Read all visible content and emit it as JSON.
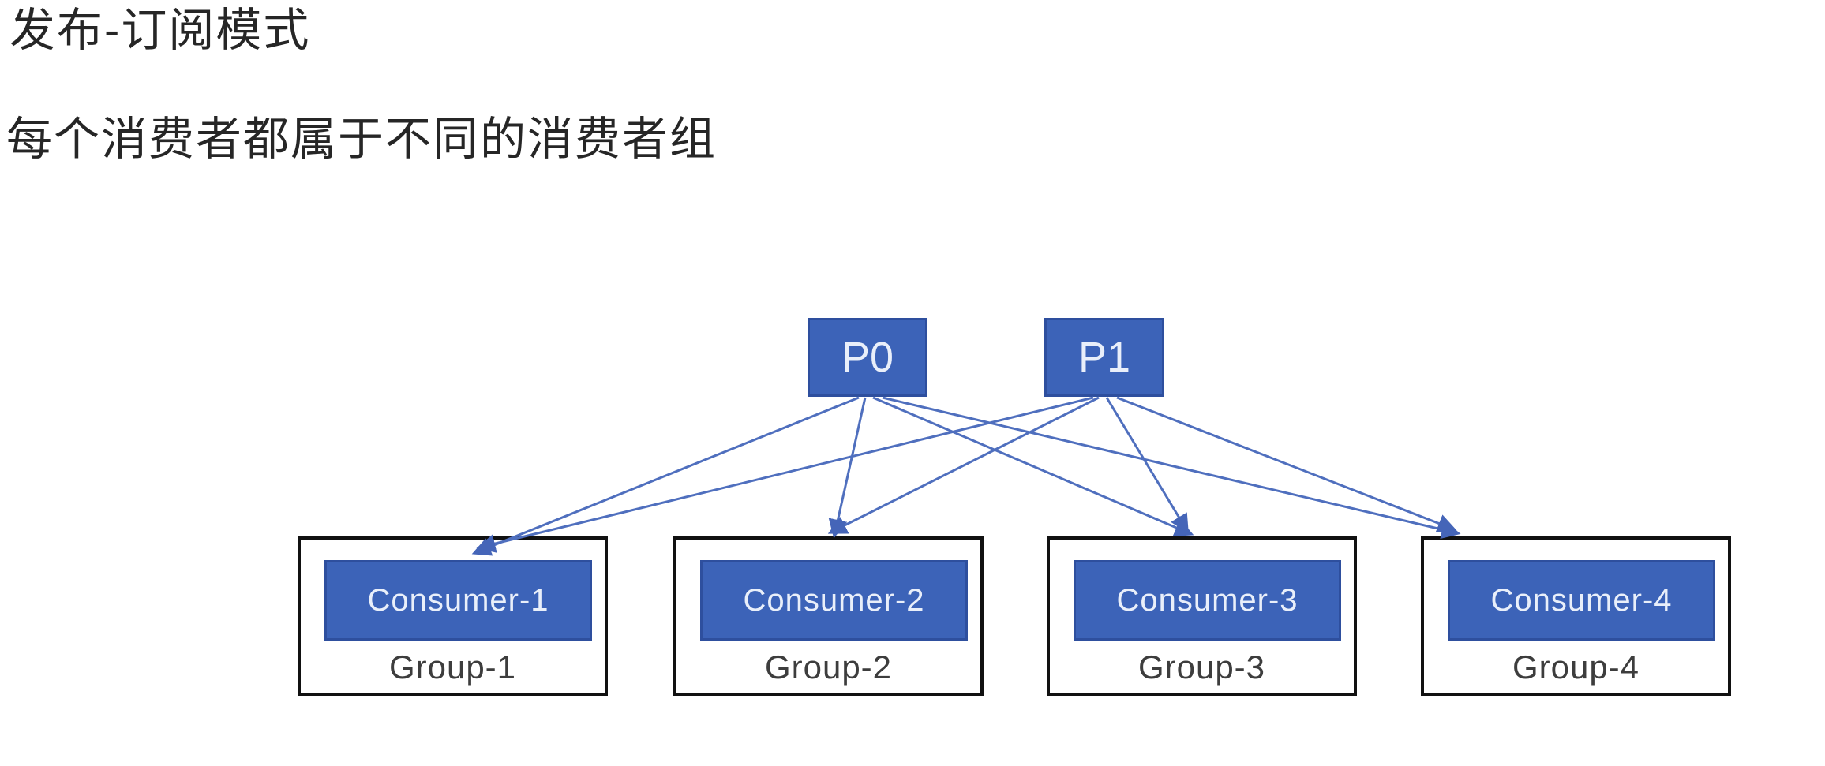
{
  "page": {
    "title": "发布-订阅模式",
    "subtitle": "每个消费者都属于不同的消费者组"
  },
  "diagram": {
    "partitions": [
      {
        "label": "P0"
      },
      {
        "label": "P1"
      }
    ],
    "groups": [
      {
        "consumer_label": "Consumer-1",
        "group_label": "Group-1"
      },
      {
        "consumer_label": "Consumer-2",
        "group_label": "Group-2"
      },
      {
        "consumer_label": "Consumer-3",
        "group_label": "Group-3"
      },
      {
        "consumer_label": "Consumer-4",
        "group_label": "Group-4"
      }
    ],
    "edges": [
      {
        "from": "P0",
        "to": "Consumer-1"
      },
      {
        "from": "P0",
        "to": "Consumer-2"
      },
      {
        "from": "P0",
        "to": "Consumer-3"
      },
      {
        "from": "P0",
        "to": "Consumer-4"
      },
      {
        "from": "P1",
        "to": "Consumer-1"
      },
      {
        "from": "P1",
        "to": "Consumer-2"
      },
      {
        "from": "P1",
        "to": "Consumer-3"
      },
      {
        "from": "P1",
        "to": "Consumer-4"
      }
    ],
    "colors": {
      "node_fill": "#3c63b8",
      "node_border": "#2e4f9e",
      "arrow": "#4f6fbe",
      "group_border": "#111111",
      "node_text": "#e9effa",
      "group_label_text": "#3d3d3d",
      "heading_text": "#262626"
    }
  }
}
